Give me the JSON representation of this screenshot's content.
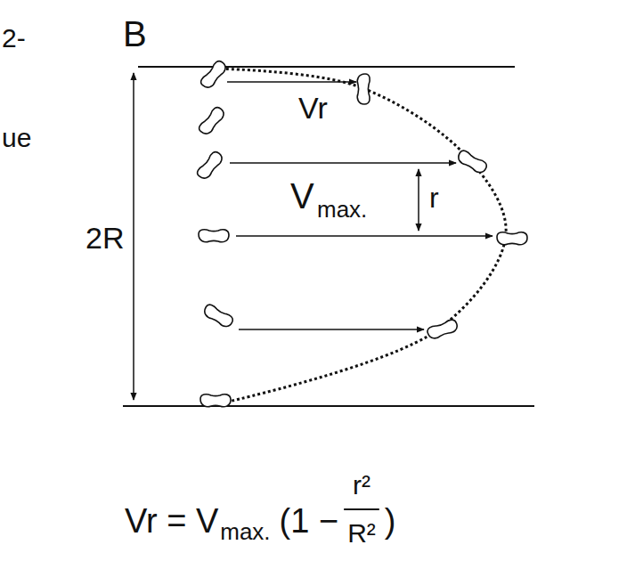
{
  "diagram": {
    "labels": [
      "2-",
      "ue",
      "B",
      "Vr",
      "V",
      "max.",
      "r",
      "2R",
      "Vr = V",
      "max.",
      "(1 −",
      "r²",
      "R²",
      ")"
    ]
  }
}
